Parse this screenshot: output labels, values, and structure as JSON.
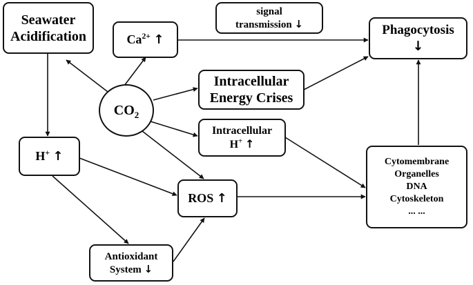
{
  "nodes": {
    "seawater": {
      "line1": "Seawater",
      "line2": "Acidification"
    },
    "calcium": {
      "base": "Ca",
      "sup": "2+",
      "arrow": "↑"
    },
    "signal": {
      "line1": "signal",
      "line2": "transmission",
      "arrow": "↓"
    },
    "phagocytosis": {
      "line1": "Phagocytosis",
      "arrow": "↓"
    },
    "co2": {
      "base": "CO",
      "sub": "2"
    },
    "energy": {
      "line1": "Intracellular",
      "line2": "Energy Crises"
    },
    "intracellular_h": {
      "line1": "Intracellular",
      "base": "H",
      "sup": "+",
      "arrow": "↑"
    },
    "h_plus": {
      "base": "H",
      "sup": "+",
      "arrow": "↑"
    },
    "ros": {
      "base": "ROS",
      "arrow": "↑"
    },
    "cell_components": {
      "items": [
        "Cytomembrane",
        "Organelles",
        "DNA",
        "Cytoskeleton",
        "... ..."
      ]
    },
    "antioxidant": {
      "line1": "Antioxidant",
      "line2": "System",
      "arrow": "↓"
    }
  }
}
